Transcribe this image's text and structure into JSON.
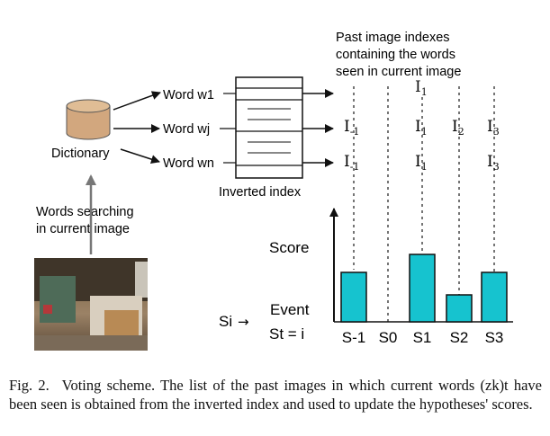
{
  "diagram": {
    "dictionary_label": "Dictionary",
    "words": [
      "Word w1",
      "Word wj",
      "Word wn"
    ],
    "past_indexes_title": [
      "Past image indexes",
      "containing the words",
      "seen in current image"
    ],
    "inverted_index_label": "Inverted index",
    "words_searching_label": [
      "Words searching",
      "in current image"
    ],
    "index_entries": [
      {
        "base": "I",
        "sub": "1"
      },
      {
        "base": "I",
        "sub": "-1"
      },
      {
        "base": "I",
        "sub": "1"
      },
      {
        "base": "I",
        "sub": "2"
      },
      {
        "base": "I",
        "sub": "3"
      },
      {
        "base": "I",
        "sub": "-1"
      },
      {
        "base": "I",
        "sub": "1"
      },
      {
        "base": "I",
        "sub": "3"
      }
    ],
    "score_label": "Score",
    "event_label": "Event",
    "st_label": "St = i",
    "si_label": "Si",
    "si_arrow": "→",
    "colors": {
      "bar": "#16c3cf",
      "cylinder": "#d2a77e",
      "dash": "#666666"
    }
  },
  "chart_data": {
    "type": "bar",
    "categories": [
      "S-1",
      "S0",
      "S1",
      "S2",
      "S3"
    ],
    "values": [
      2.2,
      0,
      3.0,
      1.2,
      2.2
    ],
    "ylabel": "Score",
    "xlabel": "Event",
    "colors": [
      "#16c3cf"
    ]
  },
  "caption": {
    "label": "Fig. 2.",
    "text": "Voting scheme. The list of the past images in which current words (zk)t have been seen is obtained from the inverted index and used to update the hypotheses' scores."
  }
}
